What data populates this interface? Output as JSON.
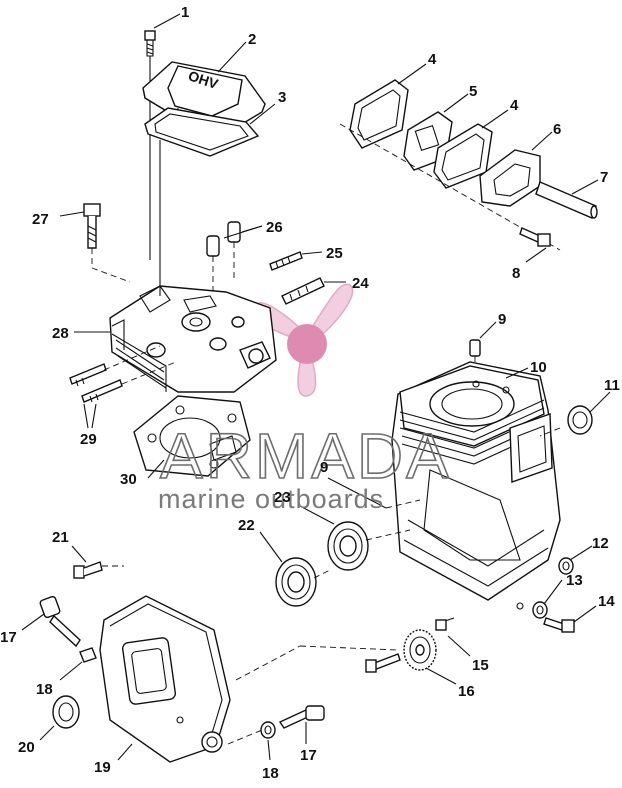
{
  "diagram": {
    "callouts": [
      "1",
      "2",
      "3",
      "4",
      "5",
      "4",
      "6",
      "7",
      "8",
      "9",
      "10",
      "11",
      "12",
      "13",
      "14",
      "15",
      "16",
      "17",
      "18",
      "19",
      "20",
      "21",
      "22",
      "23",
      "24",
      "25",
      "26",
      "27",
      "28",
      "29",
      "30",
      "9",
      "17",
      "18"
    ],
    "cover_text": "OHV"
  },
  "watermark": {
    "brand": "ARMADA",
    "tagline": "marine outboards",
    "colors": {
      "propeller": "#e9b6cf",
      "hub": "#d97aa5",
      "text": "#6d6d6d"
    }
  }
}
